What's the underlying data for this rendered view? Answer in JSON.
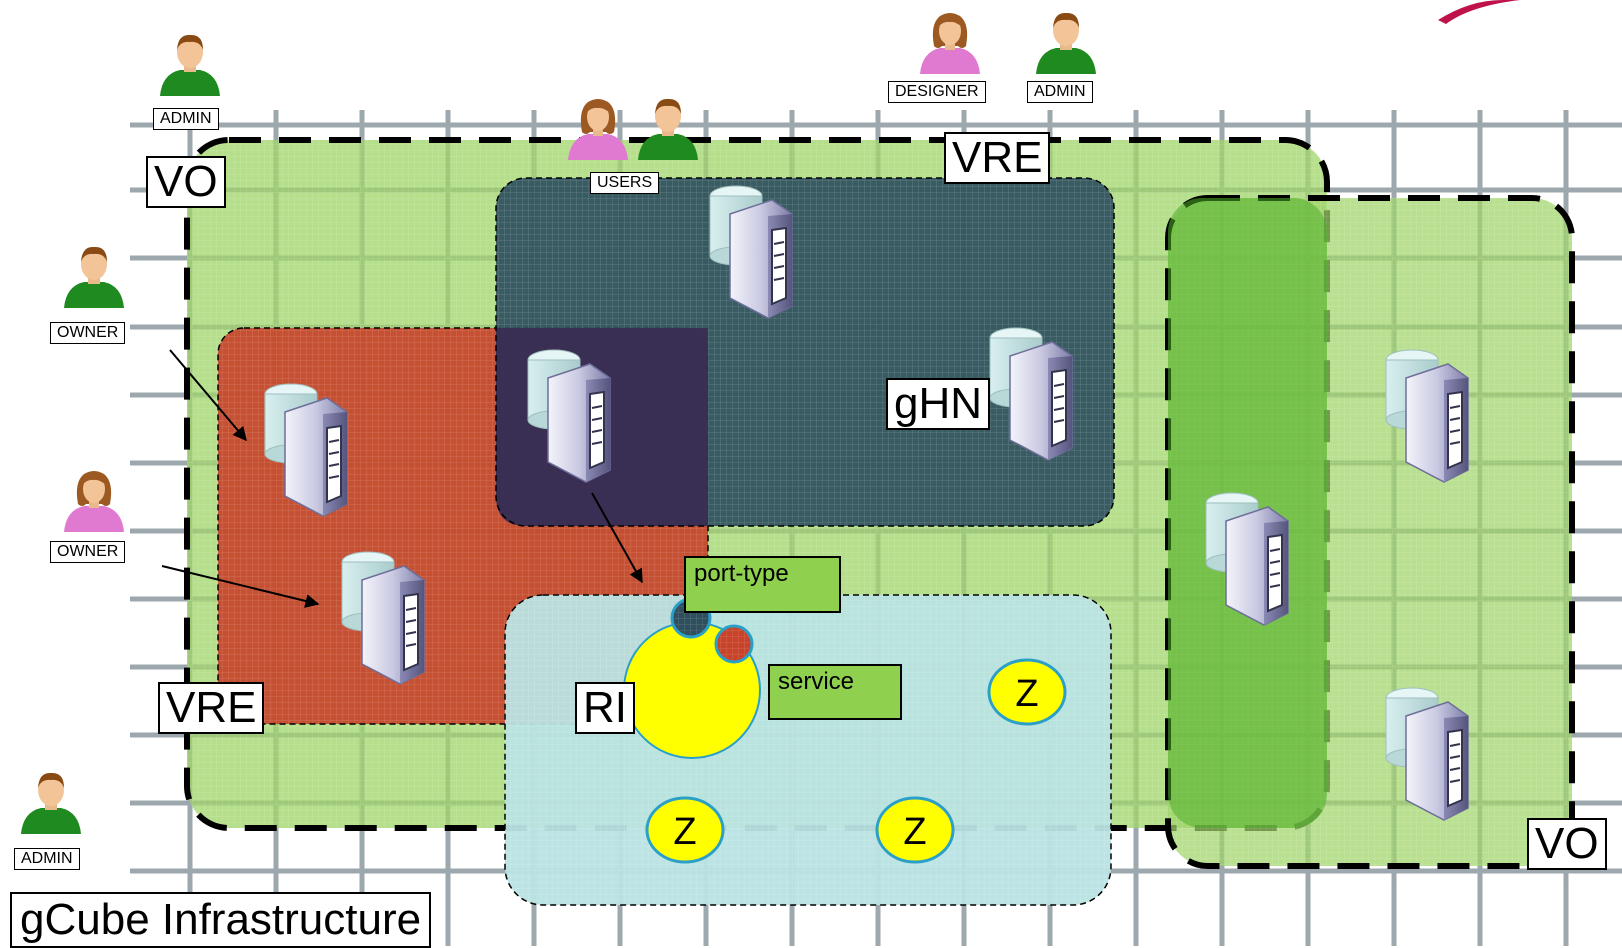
{
  "labels": {
    "infrastructure": "gCube Infrastructure",
    "vo_left": "VO",
    "vo_right": "VO",
    "vre_top": "VRE",
    "vre_left": "VRE",
    "ghn": "gHN",
    "ri": "RI",
    "port_type": "port-type",
    "service": "service",
    "z1": "Z",
    "z2": "Z",
    "z3": "Z"
  },
  "roles": {
    "admin_top_left": "ADMIN",
    "owner_1": "OWNER",
    "owner_2": "OWNER",
    "admin_bottom_left": "ADMIN",
    "users": "USERS",
    "designer": "DESIGNER",
    "admin_top_right": "ADMIN"
  },
  "colors": {
    "grid": "#8c9aa0",
    "vo_fill": "#9ed465",
    "vre_red": "#c8432a",
    "vre_dark": "#2f4f5e",
    "ri_fill": "#b9e3e3",
    "yellow": "#ffff00",
    "ring": "#2aa0c8",
    "male_shirt": "#1f8a1f",
    "female_shirt": "#e07ad0"
  }
}
